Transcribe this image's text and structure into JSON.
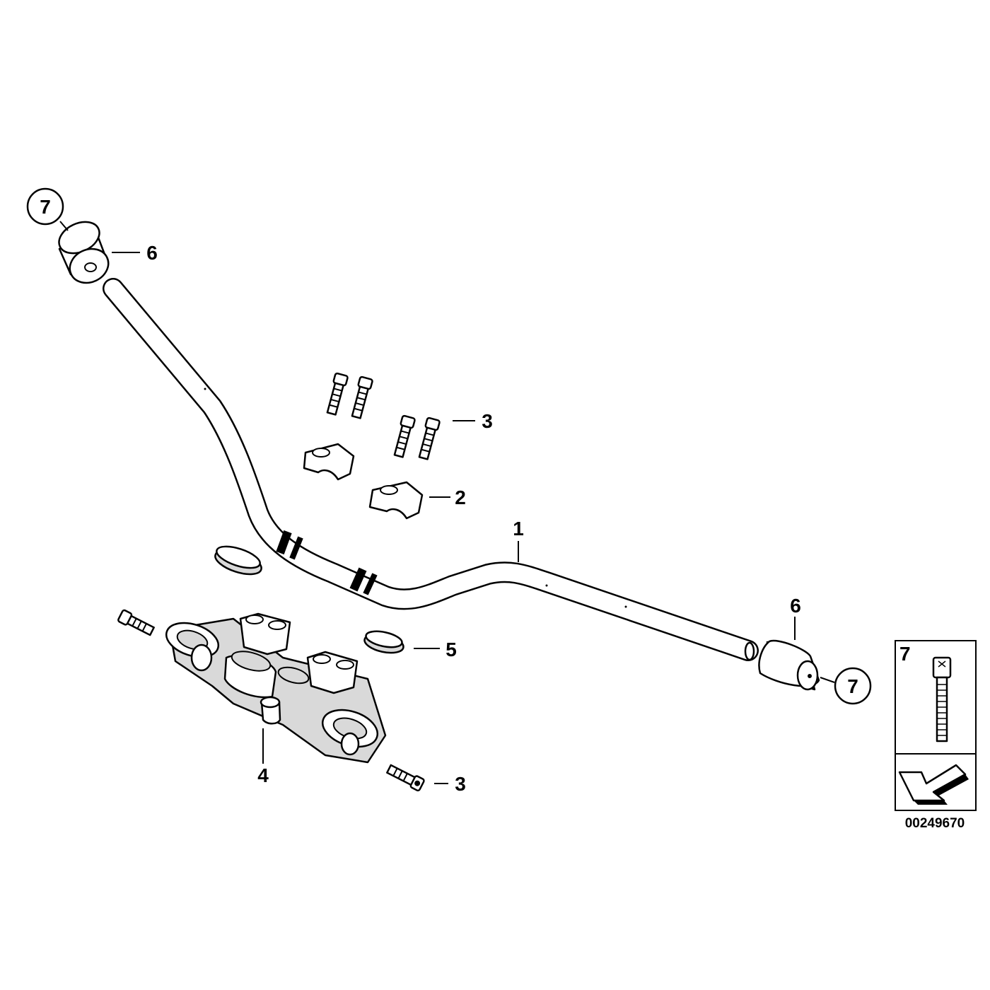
{
  "callouts": {
    "handlebar": "1",
    "clamp": "2",
    "screw_upper": "3",
    "screw_lower": "3",
    "spacer": "4",
    "grommet": "5",
    "end_weight_left": "6",
    "end_weight_right": "6",
    "circle_left": "7",
    "circle_right": "7"
  },
  "inset": {
    "label": "7"
  },
  "reference_number": "00249670"
}
